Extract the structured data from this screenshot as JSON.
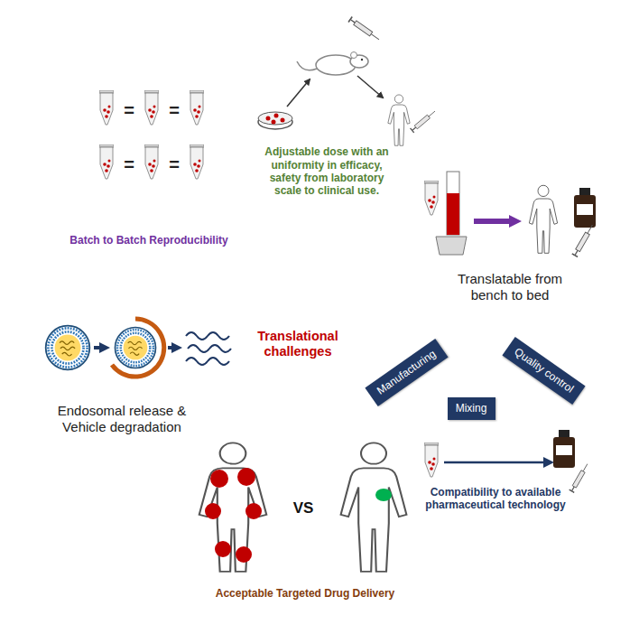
{
  "diagram": {
    "nodes": [
      {
        "text": [
          "Adjustable dose with an uniformity in efficacy, safety from laboratory scale to clinical use."
        ]
      },
      {
        "text": [
          "Translatable from bench to bed"
        ]
      },
      {
        "text": [
          "Compatibility to available pharmaceutical technology"
        ]
      },
      {
        "text": [
          "Manufacturing"
        ],
        "in": 2
      },
      {
        "text": [
          "Mixing"
        ],
        "in": 2
      },
      {
        "text": [
          "Quality control"
        ],
        "in": 2
      },
      {
        "text": [
          "Acceptable Targeted Drug Delivery"
        ]
      },
      {
        "text": [
          "Endosomal release & Vehicle degradation"
        ]
      },
      {
        "text": [
          "Batch to Batch Reproducibility"
        ]
      },
      {
        "text": [
          "Translational challenges"
        ]
      }
    ],
    "labels": [
      "=",
      "=",
      "=",
      "=",
      "VS"
    ]
  }
}
